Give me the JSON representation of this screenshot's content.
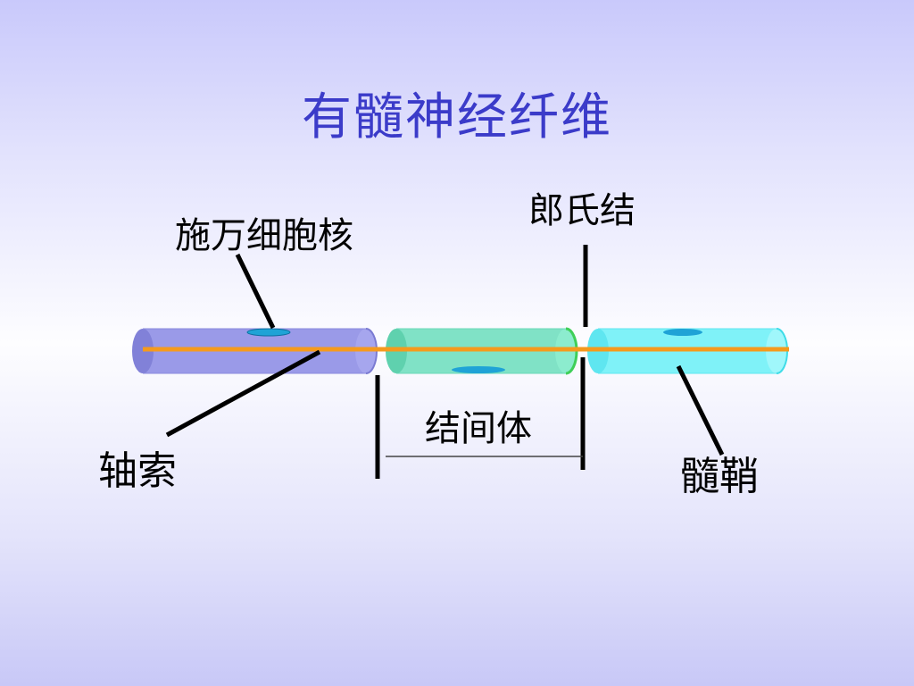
{
  "slide": {
    "title": "有髓神经纤维"
  },
  "labels": {
    "schwann_nucleus": "施万细胞核",
    "node_of_ranvier": "郎氏结",
    "axon": "轴索",
    "internode": "结间体",
    "myelin_sheath": "髓鞘"
  },
  "colors": {
    "title": "#3b3bc9",
    "segment_1": "#9797e6",
    "segment_2": "#7ee3c3",
    "segment_3": "#7cf1f8",
    "axon": "#f59a1d",
    "nucleus": "#1fa3d6"
  },
  "segments": [
    {
      "id": "segment-1",
      "color": "#9797e6"
    },
    {
      "id": "segment-2",
      "color": "#7ee3c3"
    },
    {
      "id": "segment-3",
      "color": "#7cf1f8"
    }
  ]
}
